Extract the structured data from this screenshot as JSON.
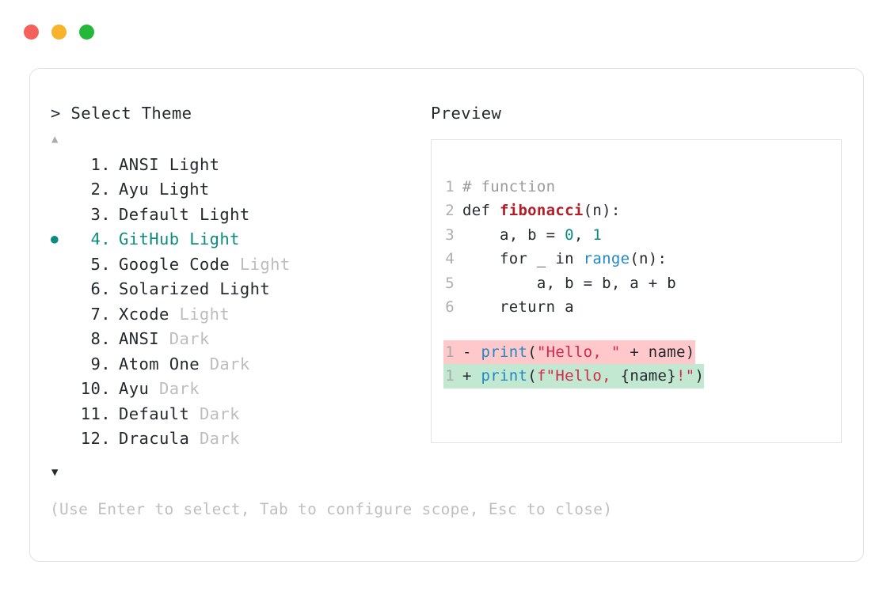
{
  "window": {
    "traffic_lights": [
      {
        "name": "close",
        "color": "#F4615C"
      },
      {
        "name": "minimize",
        "color": "#F7B32B"
      },
      {
        "name": "maximize",
        "color": "#24B83B"
      }
    ]
  },
  "selector": {
    "prompt_symbol": ">",
    "prompt_label": "Select Theme",
    "scroll_up_icon": "▲",
    "scroll_down_icon": "▼",
    "selected_index": 4,
    "selected_bullet": "●",
    "accent_color": "#0E8B80",
    "items": [
      {
        "num": "1.",
        "name": "ANSI",
        "variant": "Light",
        "variant_muted": false,
        "selected": false
      },
      {
        "num": "2.",
        "name": "Ayu",
        "variant": "Light",
        "variant_muted": false,
        "selected": false
      },
      {
        "num": "3.",
        "name": "Default",
        "variant": "Light",
        "variant_muted": false,
        "selected": false
      },
      {
        "num": "4.",
        "name": "GitHub",
        "variant": "Light",
        "variant_muted": false,
        "selected": true
      },
      {
        "num": "5.",
        "name": "Google Code",
        "variant": "Light",
        "variant_muted": true,
        "selected": false
      },
      {
        "num": "6.",
        "name": "Solarized",
        "variant": "Light",
        "variant_muted": false,
        "selected": false
      },
      {
        "num": "7.",
        "name": "Xcode",
        "variant": "Light",
        "variant_muted": true,
        "selected": false
      },
      {
        "num": "8.",
        "name": "ANSI",
        "variant": "Dark",
        "variant_muted": true,
        "selected": false
      },
      {
        "num": "9.",
        "name": "Atom One",
        "variant": "Dark",
        "variant_muted": true,
        "selected": false
      },
      {
        "num": "10.",
        "name": "Ayu",
        "variant": "Dark",
        "variant_muted": true,
        "selected": false
      },
      {
        "num": "11.",
        "name": "Default",
        "variant": "Dark",
        "variant_muted": true,
        "selected": false
      },
      {
        "num": "12.",
        "name": "Dracula",
        "variant": "Dark",
        "variant_muted": true,
        "selected": false
      }
    ]
  },
  "preview": {
    "label": "Preview",
    "code_lines": [
      {
        "num": "1",
        "tokens": [
          {
            "t": "# function",
            "c": "tok-comment"
          }
        ]
      },
      {
        "num": "2",
        "tokens": [
          {
            "t": "def ",
            "c": "tok-kw"
          },
          {
            "t": "fibonacci",
            "c": "tok-fn"
          },
          {
            "t": "(n):",
            "c": "tok-punc"
          }
        ]
      },
      {
        "num": "3",
        "tokens": [
          {
            "t": "    a, b = ",
            "c": "tok-punc"
          },
          {
            "t": "0",
            "c": "tok-num"
          },
          {
            "t": ", ",
            "c": "tok-punc"
          },
          {
            "t": "1",
            "c": "tok-num"
          }
        ]
      },
      {
        "num": "4",
        "tokens": [
          {
            "t": "    for _ in ",
            "c": "tok-kw"
          },
          {
            "t": "range",
            "c": "tok-builtin"
          },
          {
            "t": "(n):",
            "c": "tok-punc"
          }
        ]
      },
      {
        "num": "5",
        "tokens": [
          {
            "t": "        a, b = b, a + b",
            "c": "tok-punc"
          }
        ]
      },
      {
        "num": "6",
        "tokens": [
          {
            "t": "    return a",
            "c": "tok-kw"
          }
        ]
      }
    ],
    "diff_lines": [
      {
        "num": "1",
        "sign": "-",
        "kind": "removed",
        "tokens": [
          {
            "t": "print",
            "c": "tok-builtin"
          },
          {
            "t": "(",
            "c": "tok-punc"
          },
          {
            "t": "\"Hello, \"",
            "c": "tok-str"
          },
          {
            "t": " + name)",
            "c": "tok-punc"
          }
        ]
      },
      {
        "num": "1",
        "sign": "+",
        "kind": "added",
        "tokens": [
          {
            "t": "print",
            "c": "tok-builtin"
          },
          {
            "t": "(",
            "c": "tok-punc"
          },
          {
            "t": "f\"Hello, ",
            "c": "tok-str"
          },
          {
            "t": "{name}",
            "c": "tok-punc"
          },
          {
            "t": "!\"",
            "c": "tok-str"
          },
          {
            "t": ")",
            "c": "tok-punc"
          }
        ]
      }
    ],
    "removed_bg": "#FFC9CC",
    "added_bg": "#C3E8D2"
  },
  "footer": {
    "hint": "(Use Enter to select, Tab to configure scope, Esc to close)"
  }
}
